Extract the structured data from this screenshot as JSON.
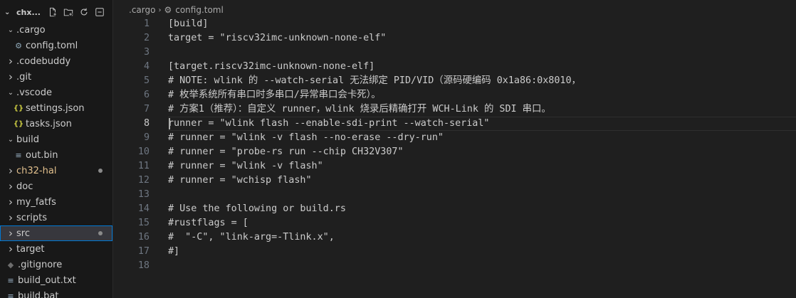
{
  "sidebar": {
    "title": "chx...",
    "actions": [
      "new-file-icon",
      "new-folder-icon",
      "refresh-icon",
      "collapse-all-icon"
    ],
    "items": [
      {
        "label": ".cargo",
        "type": "folder",
        "open": true,
        "depth": 0
      },
      {
        "label": "config.toml",
        "type": "gear",
        "depth": 1
      },
      {
        "label": ".codebuddy",
        "type": "folder",
        "open": false,
        "depth": 0
      },
      {
        "label": ".git",
        "type": "folder",
        "open": false,
        "depth": 0
      },
      {
        "label": ".vscode",
        "type": "folder",
        "open": true,
        "depth": 0
      },
      {
        "label": "settings.json",
        "type": "json",
        "depth": 1
      },
      {
        "label": "tasks.json",
        "type": "json",
        "depth": 1
      },
      {
        "label": "build",
        "type": "folder",
        "open": true,
        "depth": 0
      },
      {
        "label": "out.bin",
        "type": "bin",
        "depth": 1
      },
      {
        "label": "ch32-hal",
        "type": "folder",
        "open": false,
        "depth": 0,
        "modified": true
      },
      {
        "label": "doc",
        "type": "folder",
        "open": false,
        "depth": 0
      },
      {
        "label": "my_fatfs",
        "type": "folder",
        "open": false,
        "depth": 0
      },
      {
        "label": "scripts",
        "type": "folder",
        "open": false,
        "depth": 0
      },
      {
        "label": "src",
        "type": "folder",
        "open": false,
        "depth": 0,
        "selected": true,
        "dot": true
      },
      {
        "label": "target",
        "type": "folder",
        "open": false,
        "depth": 0
      },
      {
        "label": ".gitignore",
        "type": "git",
        "depth": 0
      },
      {
        "label": "build_out.txt",
        "type": "txt",
        "depth": 0
      },
      {
        "label": "build.bat",
        "type": "bat",
        "depth": 0
      }
    ]
  },
  "breadcrumb": {
    "folder": ".cargo",
    "file": "config.toml"
  },
  "editor": {
    "current_line": 8,
    "lines": [
      "[build]",
      "target = \"riscv32imc-unknown-none-elf\"",
      "",
      "[target.riscv32imc-unknown-none-elf]",
      "# NOTE: wlink 的 --watch-serial 无法绑定 PID/VID（源码硬编码 0x1a86:0x8010，",
      "# 枚举系统所有串口时多串口/异常串口会卡死）。",
      "# 方案1（推荐）：自定义 runner，wlink 烧录后精确打开 WCH-Link 的 SDI 串口。",
      "runner = \"wlink flash --enable-sdi-print --watch-serial\"",
      "# runner = \"wlink -v flash --no-erase --dry-run\"",
      "# runner = \"probe-rs run --chip CH32V307\"",
      "# runner = \"wlink -v flash\"",
      "# runner = \"wchisp flash\"",
      "",
      "# Use the following or build.rs",
      "#rustflags = [",
      "#  \"-C\", \"link-arg=-Tlink.x\",",
      "#]",
      ""
    ]
  },
  "colors": {
    "selected_outline": "#0078d4",
    "modified": "#e2c08d",
    "json_icon": "#cbcb41",
    "line_number": "#6e7681"
  }
}
